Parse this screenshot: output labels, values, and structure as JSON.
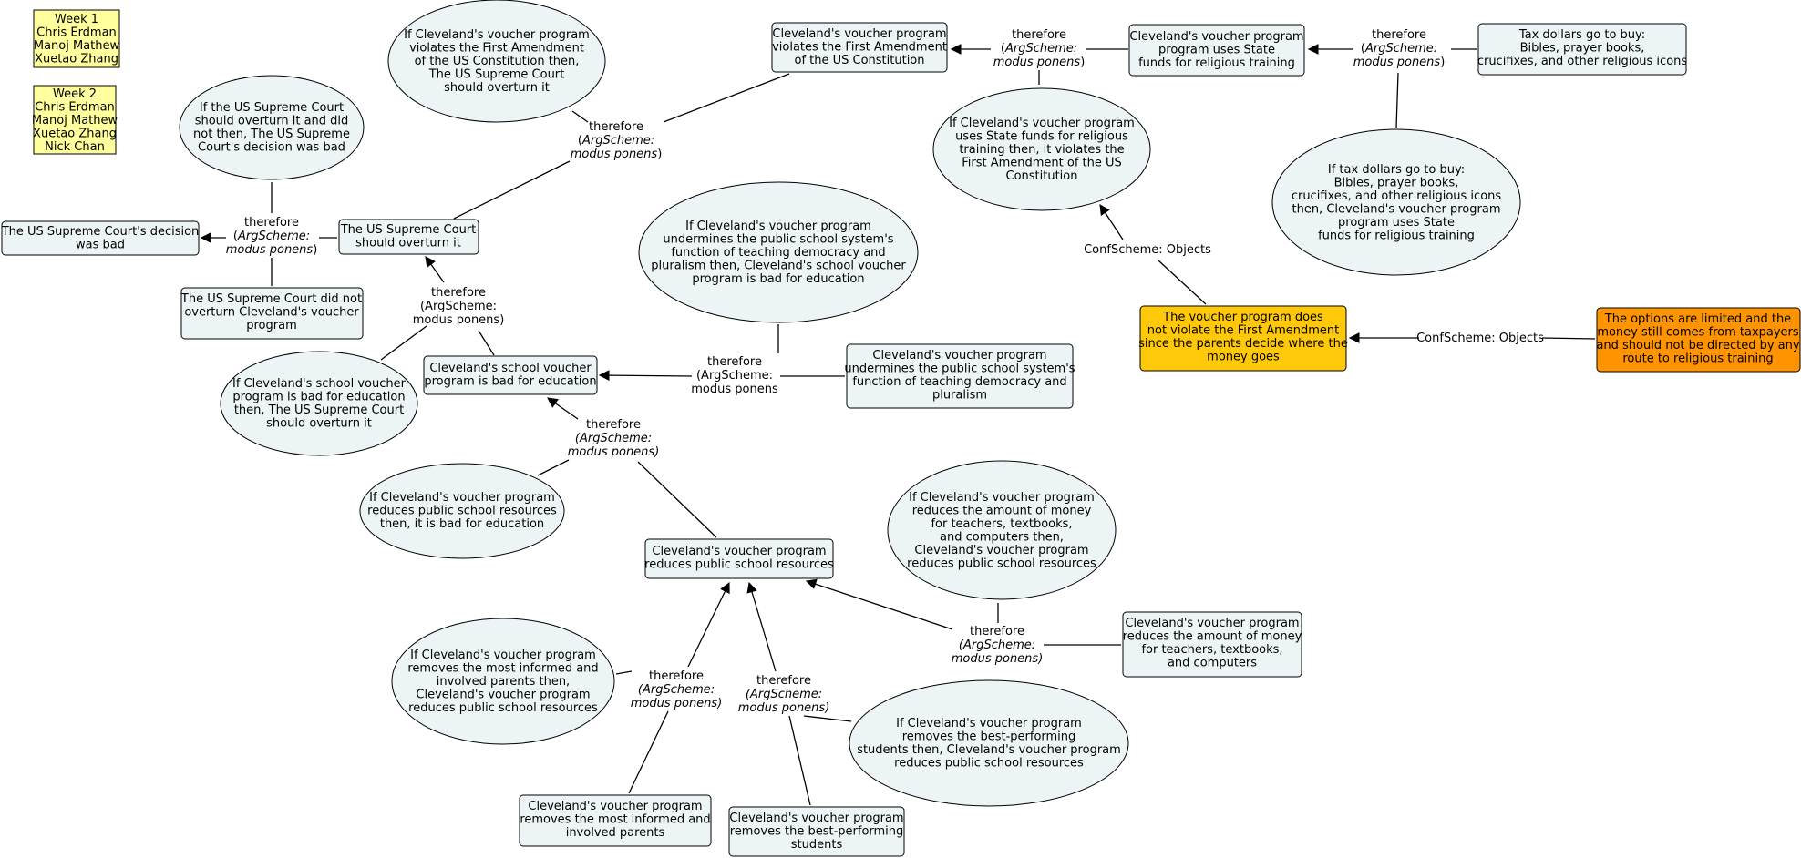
{
  "notes": {
    "week1": [
      "Week 1",
      "Chris Erdman",
      "Manoj Mathew",
      "Xuetao Zhang"
    ],
    "week2": [
      "Week 2",
      "Chris Erdman",
      "Manoj Mathew",
      "Xuetao Zhang",
      "Nick Chan"
    ]
  },
  "link_labels": {
    "therefore": "therefore",
    "argscheme_open": "(",
    "argscheme_text": "ArgScheme:",
    "argscheme_modus": "modus ponens",
    "argscheme_close": ")",
    "argscheme_plain": "(ArgScheme:",
    "modus_plain": "modus ponens)",
    "confscheme": "ConfScheme: Objects"
  },
  "nodes": {
    "uscourt_bad": [
      "The US Supreme Court's decision",
      "was bad"
    ],
    "uscourt_should_overturn": [
      "The US Supreme Court",
      "should overturn it"
    ],
    "if_overturn_bad": [
      "If the US Supreme Court",
      "should overturn it and did",
      "not then, The US Supreme",
      "Court's decision was bad"
    ],
    "did_not_overturn": [
      "The US Supreme Court did not",
      "overturn Cleveland's voucher",
      "program"
    ],
    "if_violates_overturn": [
      "If Cleveland's voucher program",
      "violates the First Amendment",
      "of the US Constitution then,",
      "The US Supreme Court",
      "should overturn it"
    ],
    "violates_first": [
      "Cleveland's voucher program",
      "violates the First Amendment",
      "of the US Constitution"
    ],
    "uses_state_funds": [
      "Cleveland's voucher program",
      "program uses State",
      "funds for religious training"
    ],
    "tax_dollars": [
      "Tax dollars go to buy:",
      "Bibles, prayer books,",
      "crucifixes, and other religious icons"
    ],
    "if_state_funds_violates": [
      "If Cleveland's voucher program",
      "uses State funds for religious",
      "training then, it violates the",
      "First Amendment of the US",
      "Constitution"
    ],
    "if_tax_dollars": [
      "If tax dollars go to buy:",
      "Bibles, prayer books,",
      "crucifixes, and other religious icons",
      "then, Cleveland's voucher program",
      "program uses State",
      "funds for religious training"
    ],
    "not_violate": [
      "The voucher program does",
      "not violate the First Amendment",
      "since the parents decide where the",
      "money goes"
    ],
    "options_limited": [
      "The options are limited and the",
      "money still comes from taxpayers",
      "and should not be directed by any",
      "route to religious training"
    ],
    "if_bad_overturn": [
      "If Cleveland's school voucher",
      "program is bad for education",
      "then, The US Supreme Court",
      "should overturn it"
    ],
    "bad_for_education": [
      "Cleveland's school voucher",
      "program is bad for education"
    ],
    "if_undermines_bad": [
      "If Cleveland's voucher program",
      "undermines the public school system's",
      "function of teaching democracy and",
      "pluralism then, Cleveland's school voucher",
      "program is bad for education"
    ],
    "undermines": [
      "Cleveland's voucher program",
      "undermines the public school system's",
      "function of teaching democracy and",
      "pluralism"
    ],
    "if_reduces_bad": [
      "If Cleveland's voucher program",
      "reduces public school resources",
      "then, it is bad for education"
    ],
    "reduces_resources": [
      "Cleveland's voucher program",
      "reduces public school resources"
    ],
    "if_money_reduces": [
      "If Cleveland's voucher program",
      "reduces the amount of money",
      "for teachers, textbooks,",
      "and computers then,",
      "Cleveland's voucher program",
      "reduces public school resources"
    ],
    "reduces_money": [
      "Cleveland's voucher program",
      "reduces the amount of money",
      "for teachers, textbooks,",
      "and computers"
    ],
    "if_informed_reduces": [
      "If Cleveland's voucher program",
      "removes the most informed and",
      "involved parents then,",
      "Cleveland's voucher program",
      "reduces public school resources"
    ],
    "removes_informed": [
      "Cleveland's voucher program",
      "removes the most informed and",
      "involved parents"
    ],
    "if_best_reduces": [
      "If Cleveland's voucher program",
      "removes the best-performing",
      "students then, Cleveland's voucher program",
      "reduces public school resources"
    ],
    "removes_best": [
      "Cleveland's voucher program",
      "removes the best-performing",
      "students"
    ]
  }
}
